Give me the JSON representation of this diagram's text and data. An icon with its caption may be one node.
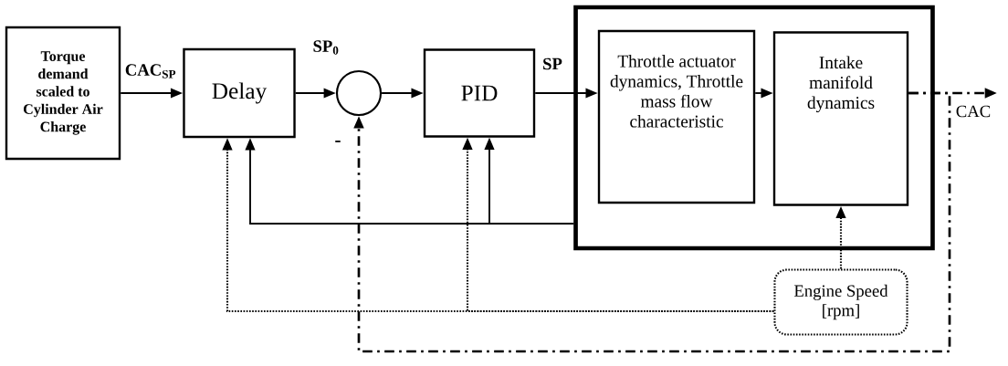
{
  "diagram": {
    "nodes": [
      {
        "text": [
          "Torque demand scaled to Cylinder Air Charge"
        ]
      },
      {
        "text": [
          "Delay"
        ]
      },
      {
        "text": [],
        "shape": "circle"
      },
      {
        "text": [
          "PID"
        ]
      },
      {
        "text": [],
        "shape": "box"
      },
      {
        "text": [
          "Throttle actuator dynamics, Throttle mass flow characteristic"
        ],
        "in": 4
      },
      {
        "text": [
          "Intake manifold dynamics"
        ],
        "in": 4
      },
      {
        "text": [
          "Engine Speed [rpm]"
        ]
      }
    ],
    "edges": [
      {
        "from": 0,
        "to": 1,
        "arrow": "to",
        "label": "CAC$_{SP}$"
      },
      {
        "from": 1,
        "to": 2,
        "arrow": "to",
        "label": "SP$_{0}$"
      },
      {
        "from": 2,
        "to": 3,
        "arrow": "to"
      },
      {
        "from": 3,
        "to": 5,
        "arrow": "to",
        "label": "SP"
      },
      {
        "from": 5,
        "to": 6,
        "arrow": "to"
      },
      {
        "from": 6,
        "to": null,
        "arrow": "to",
        "style": "dashed"
      },
      {
        "from": 6,
        "to": 2,
        "arrow": "to",
        "style": "dashed",
        "label": "CAC"
      },
      {
        "from": 4,
        "to": 1,
        "arrow": "to"
      },
      {
        "from": 4,
        "to": 3,
        "arrow": "to"
      },
      {
        "from": 7,
        "to": 1,
        "arrow": "to",
        "style": "dashed"
      },
      {
        "from": 7,
        "to": 3,
        "arrow": "to",
        "style": "dashed"
      },
      {
        "from": 7,
        "to": 6,
        "arrow": "to",
        "style": "dashed"
      }
    ],
    "labels": [
      "-"
    ]
  }
}
